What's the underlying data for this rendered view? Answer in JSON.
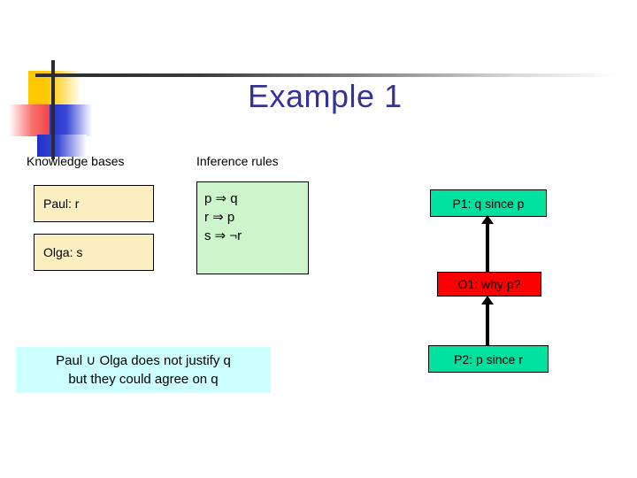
{
  "slide": {
    "title": "Example 1",
    "title_color": "#333399"
  },
  "logo": {
    "name": "decorative-slide-logo",
    "colors": {
      "yellow": "#FFC800",
      "red": "#F04040",
      "blue": "#2230C8",
      "line": "#2B2B33"
    }
  },
  "headings": {
    "knowledge_bases": "Knowledge bases",
    "inference_rules": "Inference rules"
  },
  "knowledge_bases": [
    {
      "id": "paul",
      "label": "Paul: r",
      "color": "#FBEFC2"
    },
    {
      "id": "olga",
      "label": "Olga: s",
      "color": "#FBEFC2"
    }
  ],
  "inference_rules": {
    "color": "#CCF5CC",
    "rules": [
      "p ⇒ q",
      "r ⇒ p",
      "s ⇒ ¬r"
    ]
  },
  "arguments": [
    {
      "id": "p1",
      "label": "P1: q since p",
      "color": "#00E1A0",
      "kind": "proponent"
    },
    {
      "id": "o1",
      "label": "O1: why p?",
      "color": "#FF0000",
      "kind": "opponent"
    },
    {
      "id": "p2",
      "label": "P2: p since r",
      "color": "#00E1A0",
      "kind": "proponent"
    }
  ],
  "arrows": [
    {
      "id": "arrow-o1-to-p1",
      "from": "o1",
      "to": "p1",
      "direction": "up"
    },
    {
      "id": "arrow-p2-to-o1",
      "from": "p2",
      "to": "o1",
      "direction": "up"
    }
  ],
  "conclusion": {
    "color": "#CCFFFF",
    "line1": "Paul ∪ Olga does not justify q",
    "line2": "but they could agree on q"
  }
}
